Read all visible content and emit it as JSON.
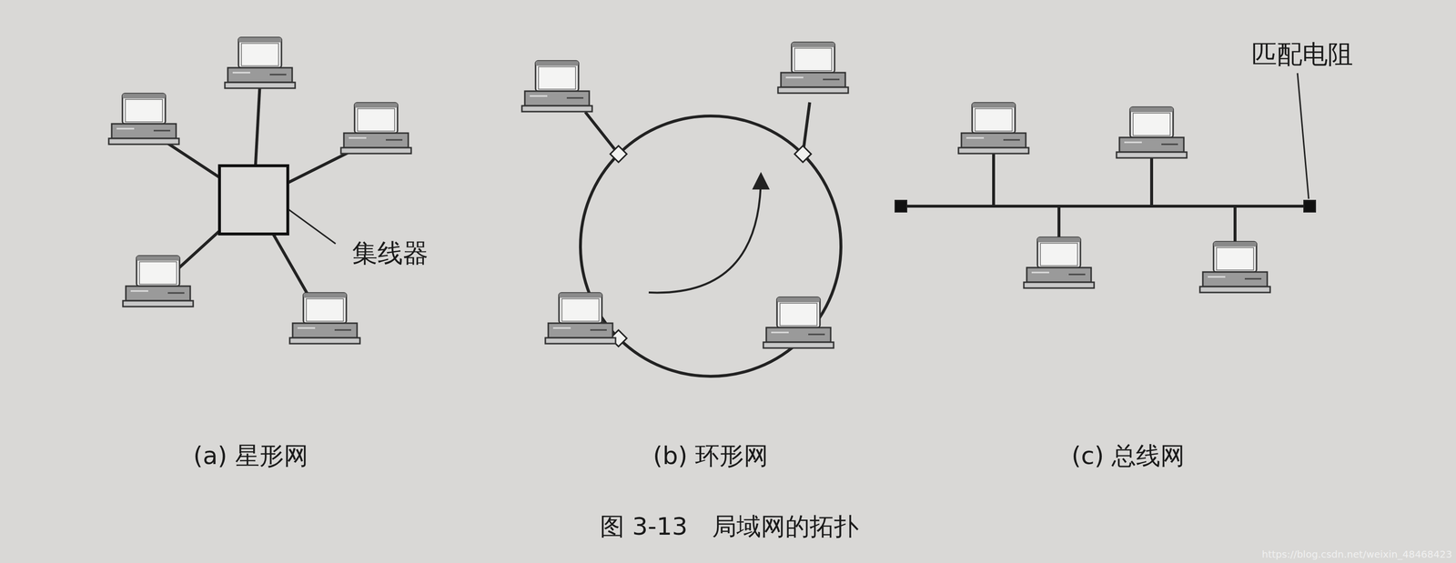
{
  "diagram": {
    "caption": "图 3-13　局域网的拓扑",
    "labels": [
      "集线器",
      "匹配电阻",
      "(a) 星形网",
      "(b) 环形网",
      "(c) 总线网",
      "https://blog.csdn.net/weixin_48468423"
    ]
  }
}
